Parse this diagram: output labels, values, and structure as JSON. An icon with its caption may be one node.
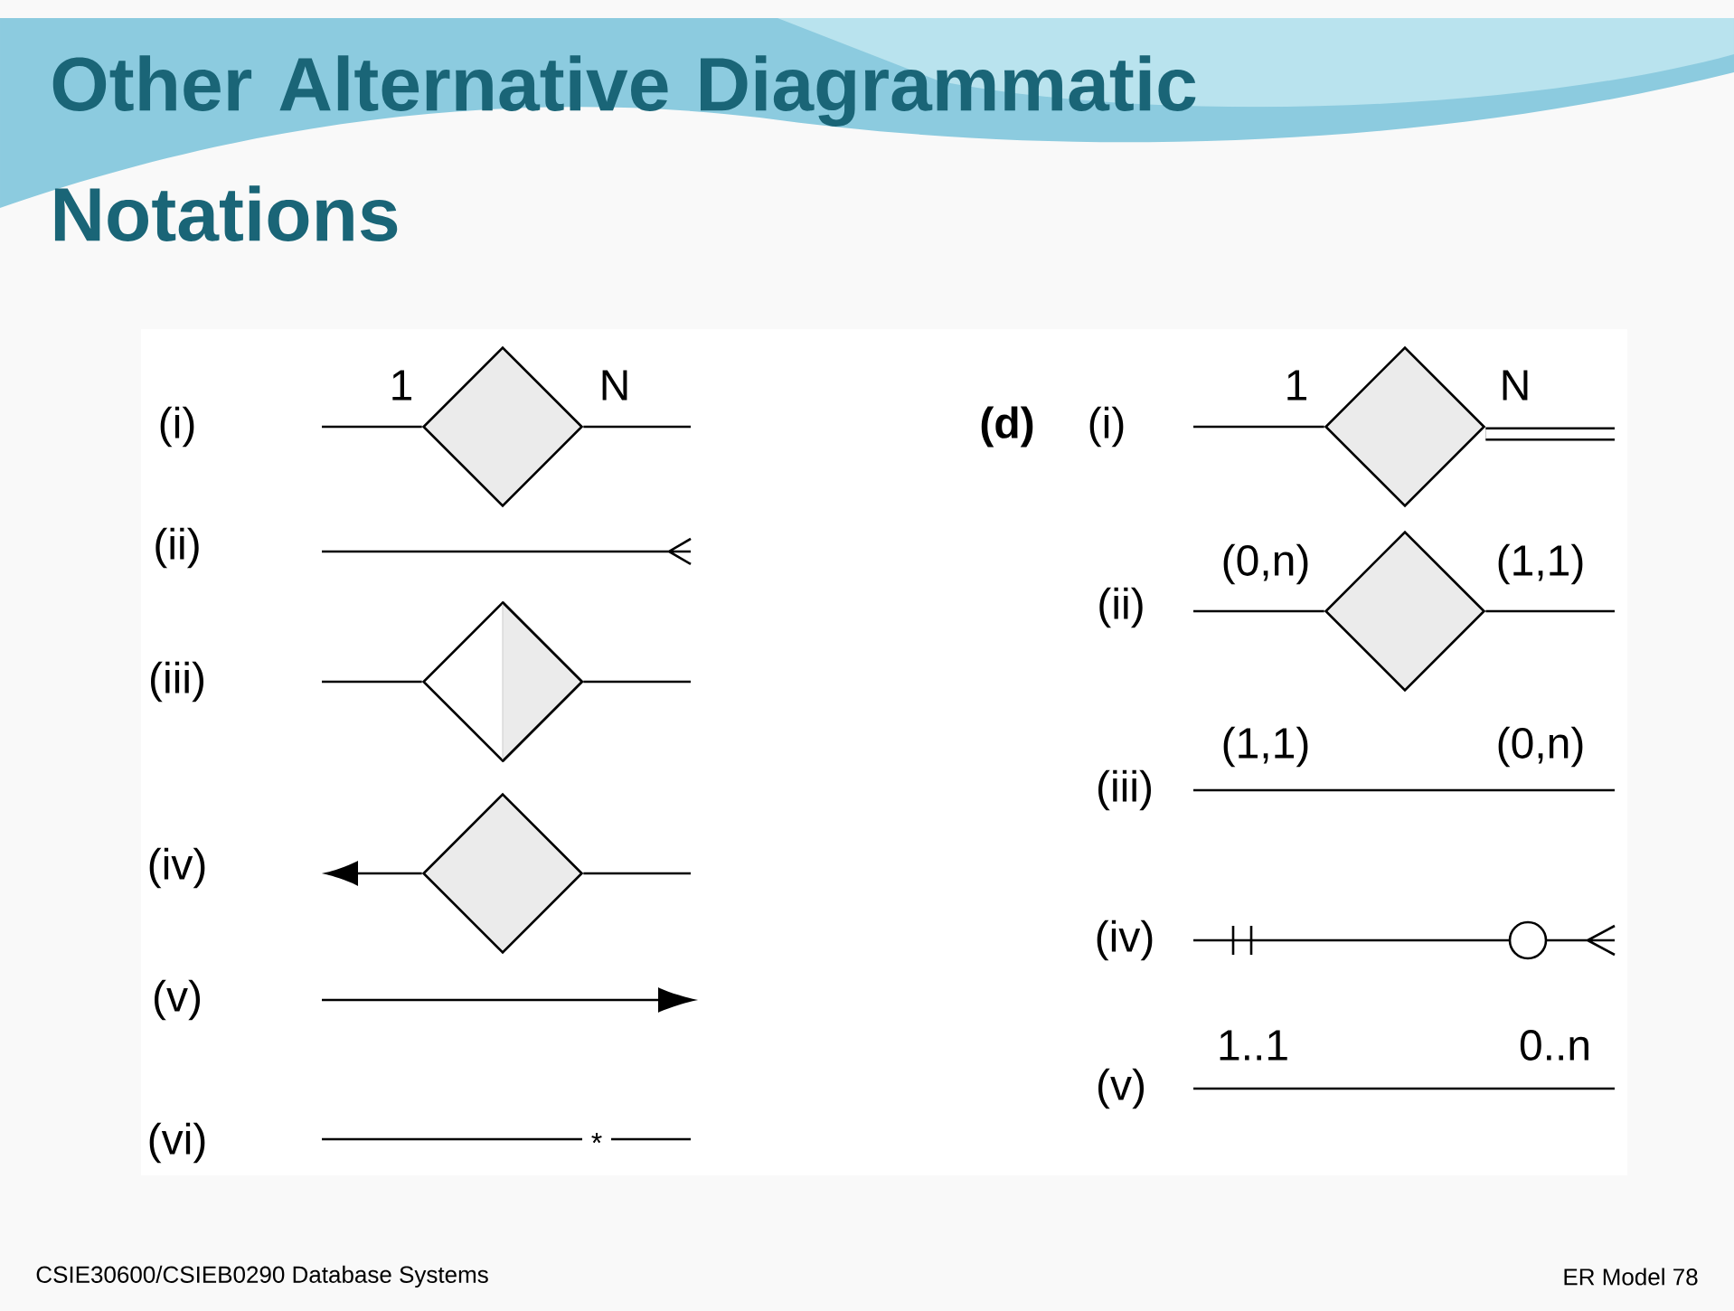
{
  "diagram": {
    "title": "Other Alternative Diagrammatic Notations",
    "nodes": [
      {
        "text": [],
        "shape": "diamond"
      },
      {
        "text": [],
        "shape": "diamond"
      },
      {
        "text": [],
        "shape": "diamond"
      },
      {
        "text": [],
        "shape": "diamond"
      },
      {
        "text": [],
        "shape": "diamond"
      }
    ],
    "edges": [
      {
        "from": null,
        "to": 0,
        "arrow": "none",
        "label": "1"
      },
      {
        "from": 0,
        "to": null,
        "arrow": "none",
        "label": "N"
      },
      {
        "from": null,
        "to": 1,
        "arrow": "none"
      },
      {
        "from": 1,
        "to": null,
        "arrow": "none"
      },
      {
        "from": 2,
        "to": null,
        "arrow": "to"
      },
      {
        "from": 2,
        "to": null,
        "arrow": "none"
      },
      {
        "from": null,
        "to": 3,
        "arrow": "none",
        "label": "1"
      },
      {
        "from": 3,
        "to": null,
        "arrow": "none",
        "label": "N",
        "style": "thick"
      },
      {
        "from": null,
        "to": 4,
        "arrow": "none",
        "label": "(0,n)"
      },
      {
        "from": 4,
        "to": null,
        "arrow": "none",
        "label": "(1,1)"
      }
    ],
    "labels": [
      "(i)",
      "(ii)",
      "(iii)",
      "(iv)",
      "(v)",
      "(vi)",
      "*",
      "(d)",
      "(i)",
      "(ii)",
      "(iii)",
      "(1,1)",
      "(0,n)",
      "(iv)",
      "(v)",
      "1..1",
      "0..n",
      "CSIE30600/CSIEB0290 Database Systems",
      "ER Model 78"
    ]
  }
}
